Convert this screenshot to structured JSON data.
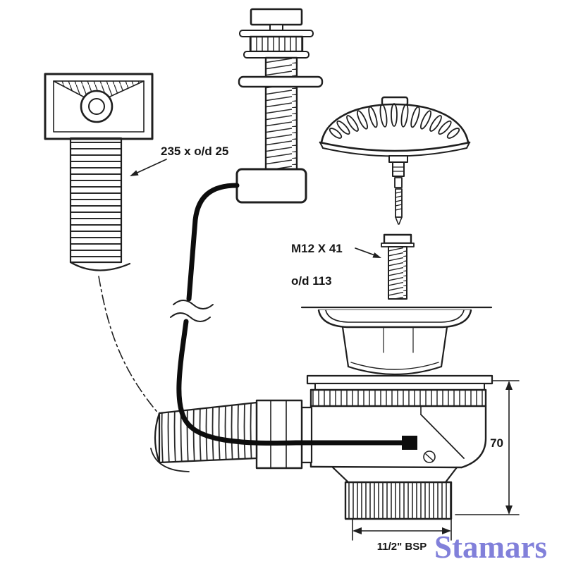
{
  "diagram": {
    "title": "sink-waste-assembly-diagram",
    "labels": {
      "overflow_hose_dim": "235 x o/d 25",
      "bolt_dim": "M12 X 41",
      "flange_diameter": "o/d 113",
      "body_height": "70",
      "outlet_thread": "11/2\" BSP"
    },
    "watermark": {
      "text": "Stamars",
      "color": "#7473d6"
    },
    "colors": {
      "line": "#1f1f1f",
      "cable": "#0d0d0d",
      "background": "#ffffff"
    }
  }
}
